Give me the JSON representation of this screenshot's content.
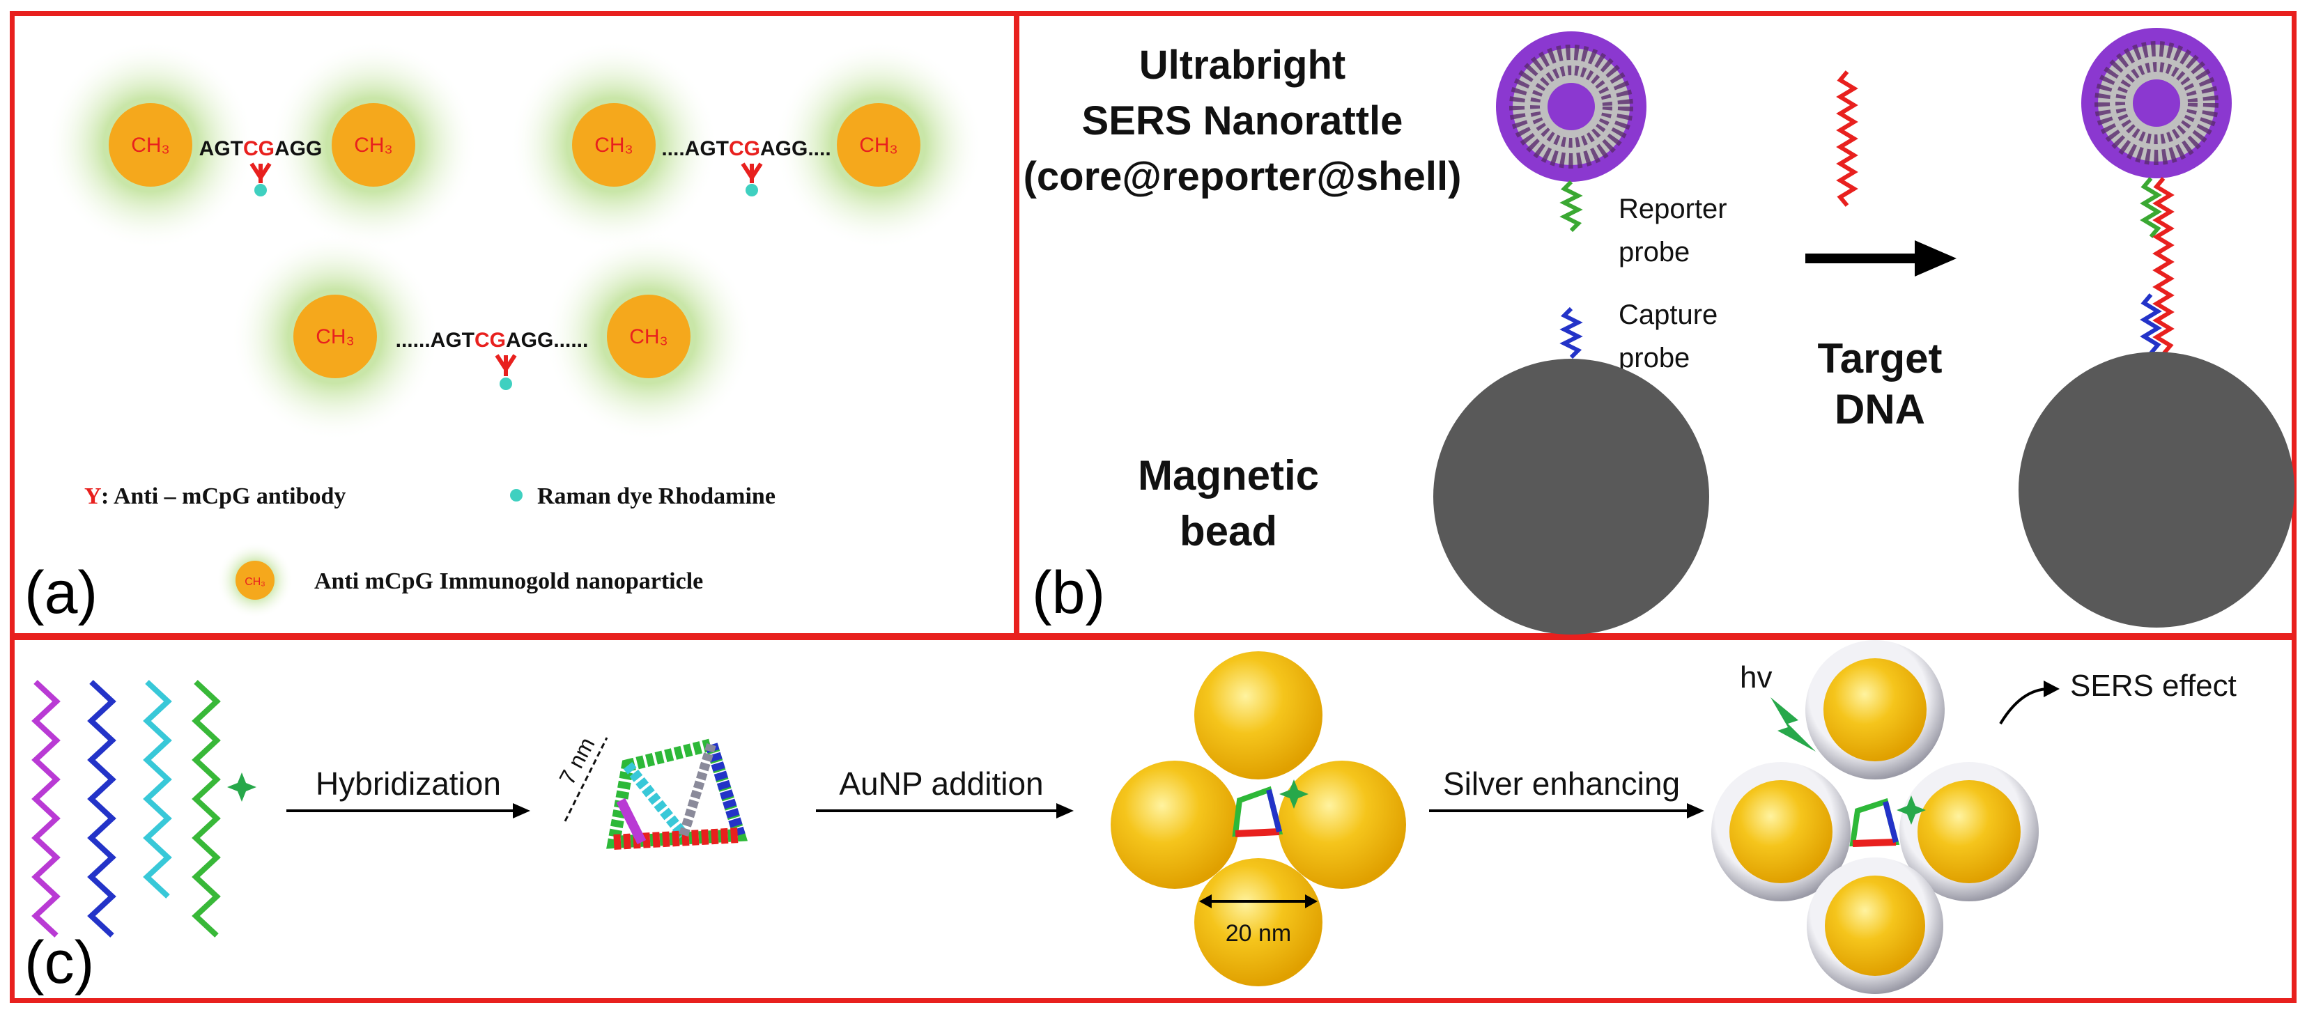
{
  "panel_a": {
    "letter": "(a)",
    "methyl_label": "CH₃",
    "sequence_1": "AGTCGAGG",
    "sequence_2": "....AGTCGAGG....",
    "sequence_3": "......AGTCGAGG......",
    "legend_antibody_symbol": "Y",
    "legend_antibody_text": ":  Anti – mCpG antibody",
    "legend_dye_text": "Raman dye Rhodamine",
    "legend_nanoparticle_text": "Anti  mCpG Immunogold nanoparticle",
    "colors": {
      "gold": "#f5a81c",
      "glow": "#c9e6a8",
      "methyl_text": "#e8201e",
      "cg_text": "#e8201e",
      "dye": "#3fd0c0"
    }
  },
  "panel_b": {
    "letter": "(b)",
    "nanorattle_title_line1": "Ultrabright",
    "nanorattle_title_line2": "SERS Nanorattle",
    "nanorattle_title_line3": "(core@reporter@shell)",
    "reporter_label_line1": "Reporter",
    "reporter_label_line2": "probe",
    "capture_label_line1": "Capture",
    "capture_label_line2": "probe",
    "bead_label_line1": "Magnetic",
    "bead_label_line1b": "bead",
    "target_label_line1": "Target",
    "target_label_line2": "DNA",
    "colors": {
      "shell": "#8b38d0",
      "bead": "#595959",
      "reporter": "#3aa832",
      "capture": "#2333c8",
      "target": "#e8201e"
    }
  },
  "panel_c": {
    "letter": "(c)",
    "step1_label": "Hybridization",
    "step2_label": "AuNP addition",
    "step3_label": "Silver enhancing",
    "size_label_tetra": "7 nm",
    "size_label_aunp": "20 nm",
    "light_label": "hv",
    "effect_label": "SERS effect",
    "colors": {
      "gold": "#f5c51c",
      "silver": "#b8b8c4",
      "star": "#27a84a"
    }
  }
}
